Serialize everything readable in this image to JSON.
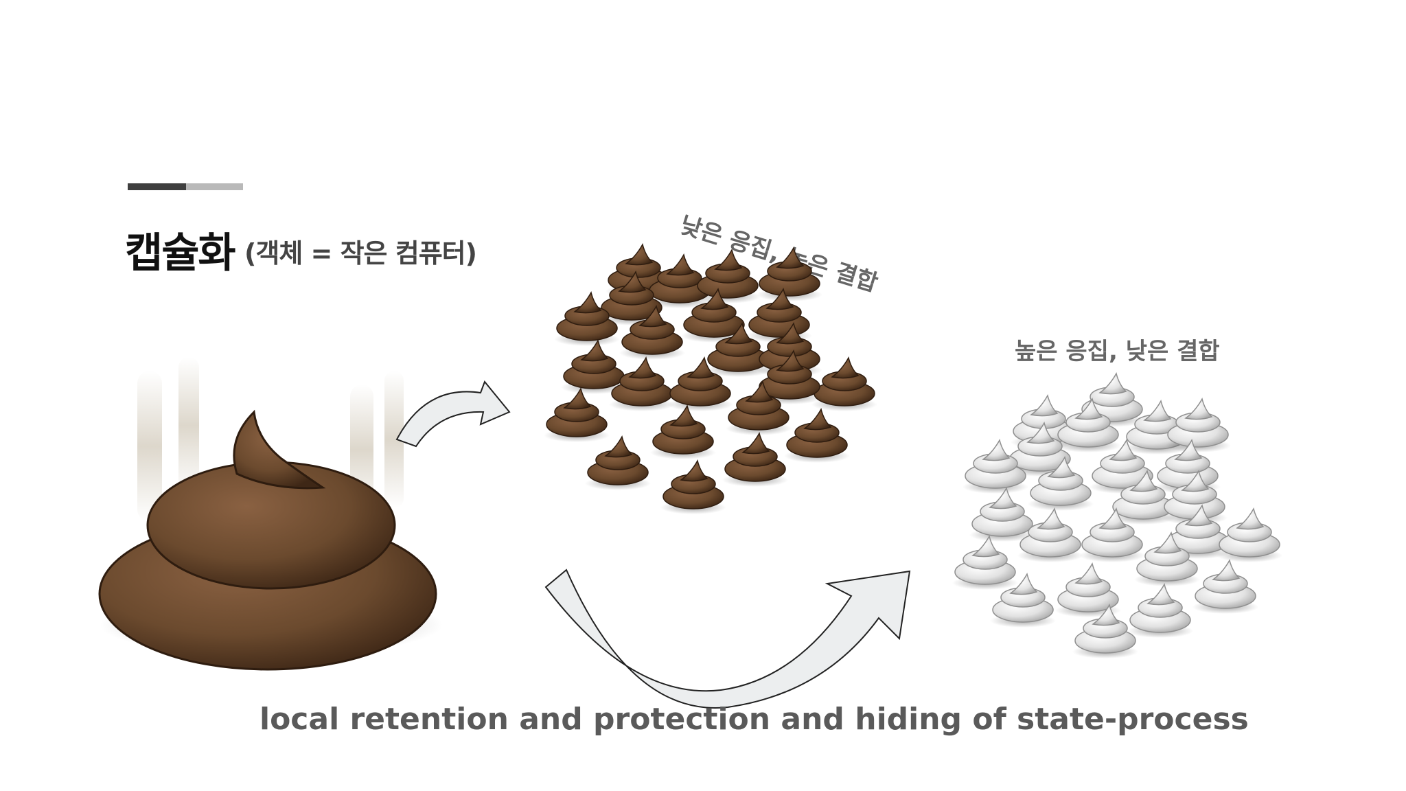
{
  "slide": {
    "title": "캡슐화",
    "subtitle": "(객체 = 작은 컴퓨터)",
    "label_low_cohesion": "낮은 응집, 높은 결합",
    "label_high_cohesion": "높은 응집, 낮은 결합",
    "caption": "local retention and protection and hiding of state-process"
  },
  "icons": {
    "big": "poop-icon",
    "brown_cluster": "poop-icon",
    "white_cluster": "soft-serve-icon",
    "arrow": "curved-arrow-icon"
  },
  "colors": {
    "poop_brown": "#6b4a2e",
    "poop_dark": "#3e2716",
    "soft_serve": "#e9e9e9",
    "arrow_fill": "#eceeef"
  }
}
